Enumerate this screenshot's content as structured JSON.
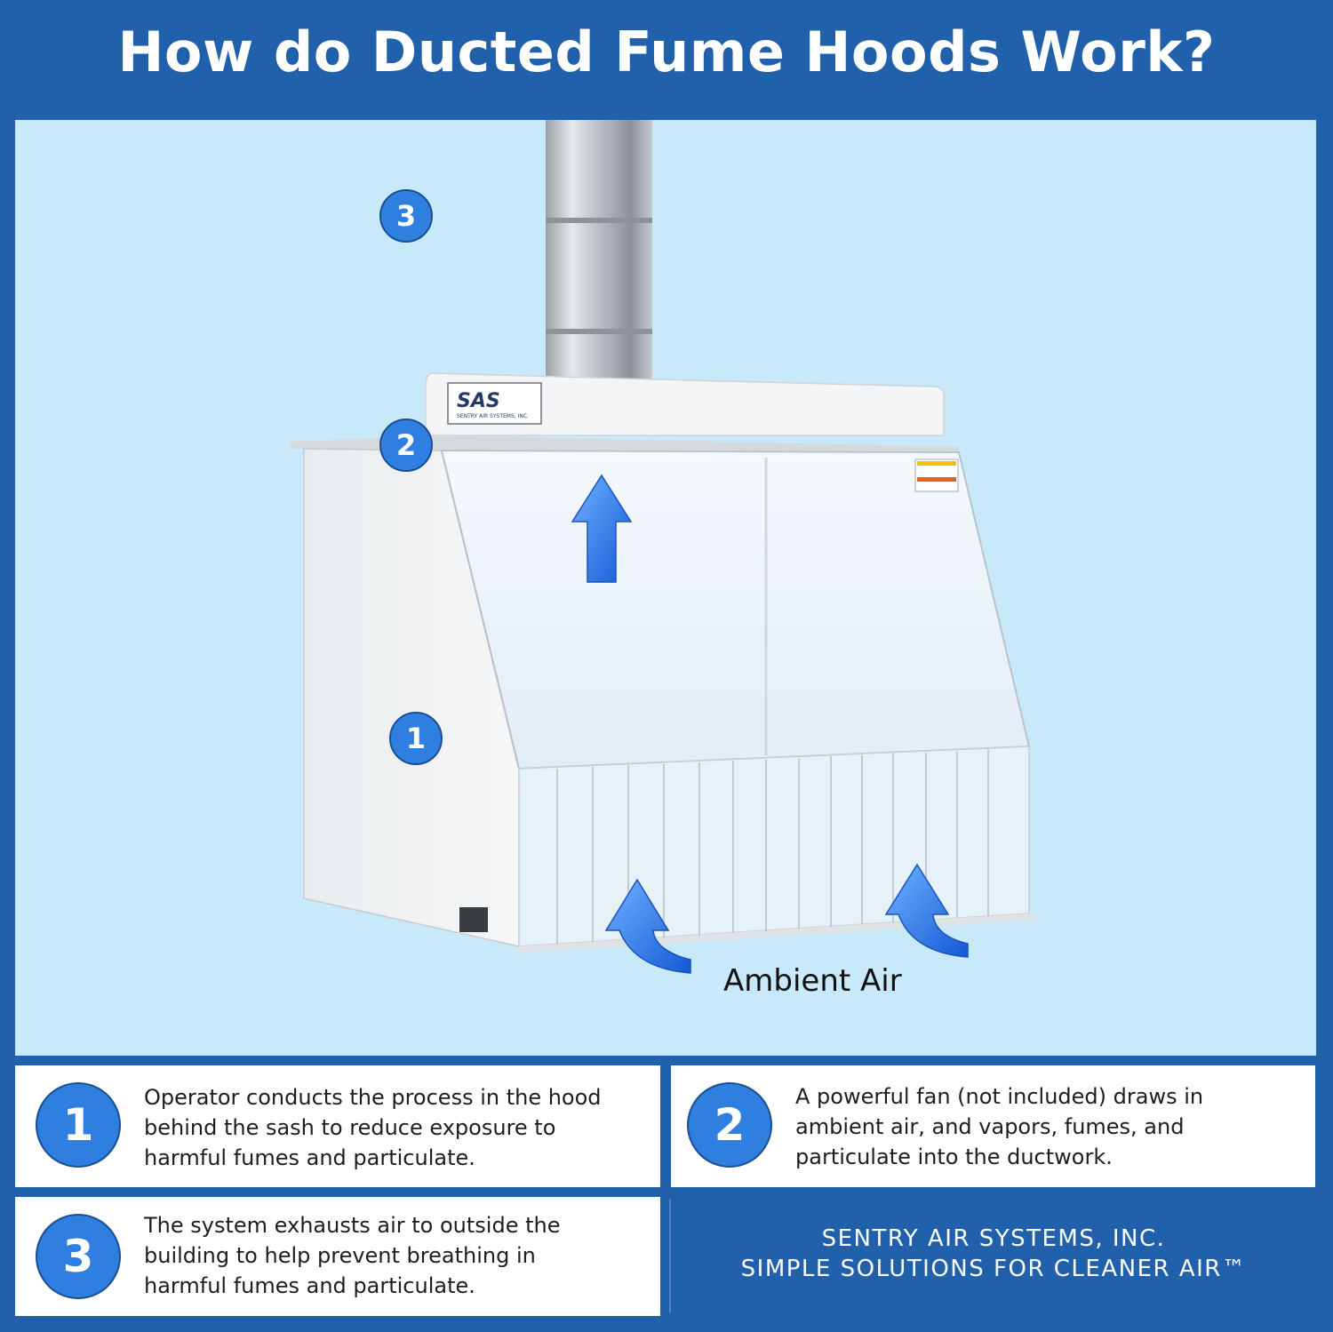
{
  "title": "How do Ducted Fume Hoods Work?",
  "diagram": {
    "markers": [
      "1",
      "2",
      "3"
    ],
    "ambient_label": "Ambient Air",
    "logo_text": "SAS",
    "logo_subtext": "SENTRY AIR SYSTEMS, INC.",
    "arrow_color": "#2a7de8"
  },
  "steps": [
    {
      "number": "1",
      "lines": [
        "Operator conducts the process in the hood",
        "behind the sash to reduce exposure to",
        "harmful fumes and particulate."
      ]
    },
    {
      "number": "2",
      "lines": [
        "A powerful fan (not included) draws in",
        "ambient air, and vapors, fumes, and",
        "particulate into the ductwork."
      ]
    },
    {
      "number": "3",
      "lines": [
        "The system exhausts air to outside the",
        "building to help prevent breathing in",
        "harmful fumes and particulate."
      ]
    }
  ],
  "footer": {
    "company": "SENTRY AIR SYSTEMS, INC.",
    "tagline": "SIMPLE SOLUTIONS FOR CLEANER AIR™"
  },
  "colors": {
    "background": "#2160ab",
    "scene": "#c8e9f9",
    "badge": "#2f7fe0"
  }
}
